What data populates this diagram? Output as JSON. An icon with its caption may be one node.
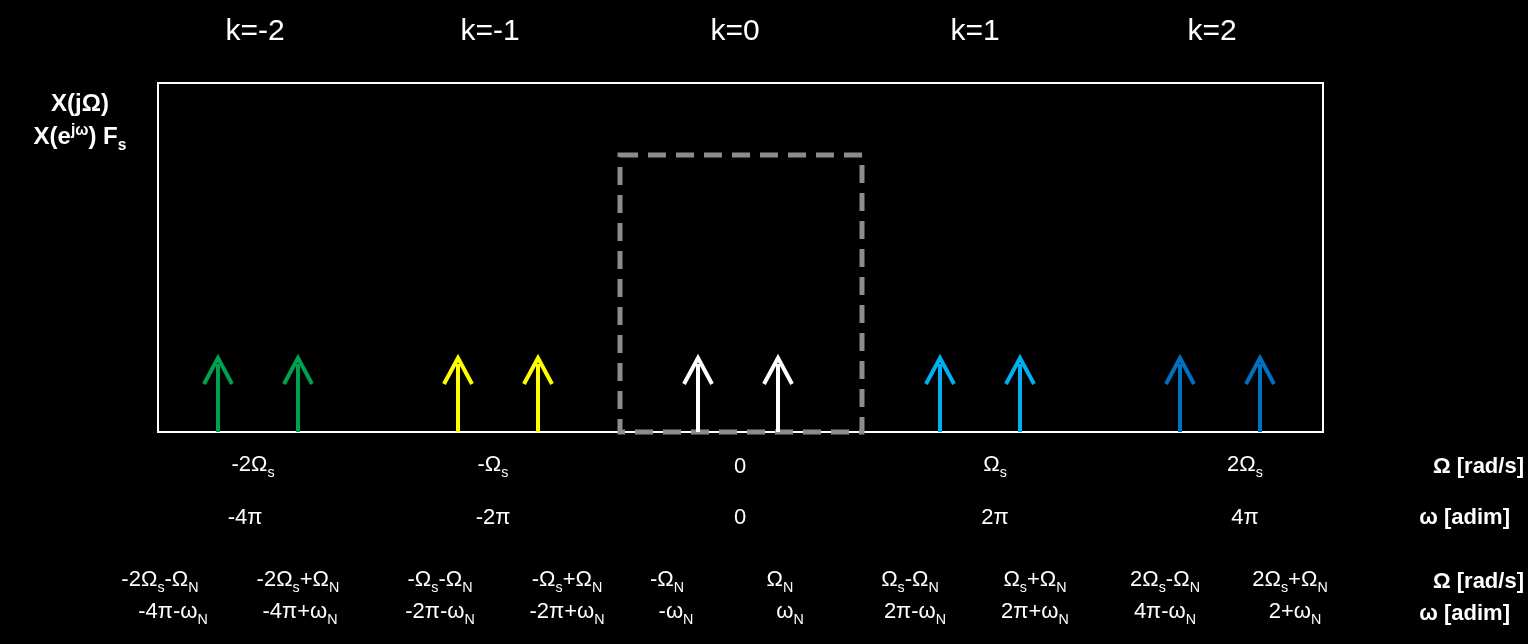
{
  "diagram": {
    "labels": [
      "k=-2",
      "k=-1",
      "k=0",
      "k=1",
      "k=2",
      "X(jΩ)",
      "X(e$^{jω}$) F$_{s}$",
      "-2Ω$_{s}$",
      "-Ω$_{s}$",
      "0",
      "Ω$_{s}$",
      "2Ω$_{s}$",
      "Ω [rad/s]",
      "-4π",
      "-2π",
      "0",
      "2π",
      "4π",
      "ω [adim]",
      "-2Ω$_{s}$-Ω$_{N}$",
      "-2Ω$_{s}$+Ω$_{N}$",
      "-Ω$_{s}$-Ω$_{N}$",
      "-Ω$_{s}$+Ω$_{N}$",
      "-Ω$_{N}$",
      "Ω$_{N}$",
      "Ω$_{s}$-Ω$_{N}$",
      "Ω$_{s}$+Ω$_{N}$",
      "2Ω$_{s}$-Ω$_{N}$",
      "2Ω$_{s}$+Ω$_{N}$",
      "Ω [rad/s]",
      "-4π-ω$_{N}$",
      "-4π+ω$_{N}$",
      "-2π-ω$_{N}$",
      "-2π+ω$_{N}$",
      "-ω$_{N}$",
      "ω$_{N}$",
      "2π-ω$_{N}$",
      "2π+ω$_{N}$",
      "4π-ω$_{N}$",
      "2+ω$_{N}$",
      "ω [adim]"
    ]
  }
}
